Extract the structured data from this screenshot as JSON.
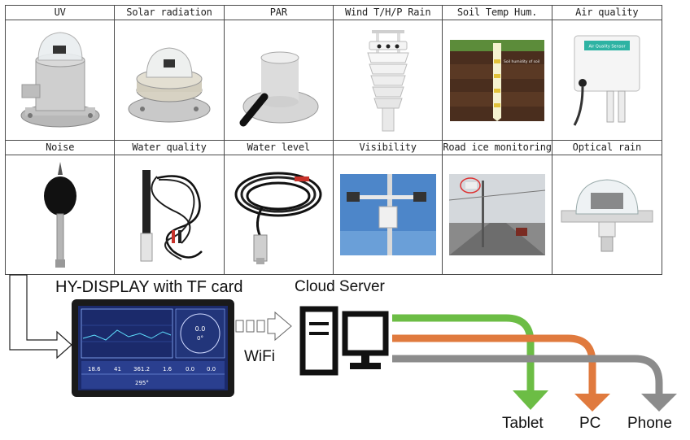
{
  "sensors": [
    {
      "name": "UV",
      "icon": "uv-sensor-icon"
    },
    {
      "name": "Solar radiation",
      "icon": "solar-radiation-sensor-icon"
    },
    {
      "name": "PAR",
      "icon": "par-sensor-icon"
    },
    {
      "name": "Wind T/H/P Rain",
      "icon": "weather-station-icon"
    },
    {
      "name": "Soil Temp Hum.",
      "icon": "soil-probe-icon"
    },
    {
      "name": "Air quality",
      "icon": "air-quality-sensor-icon"
    },
    {
      "name": "Noise",
      "icon": "noise-sensor-icon"
    },
    {
      "name": "Water quality",
      "icon": "water-quality-probe-icon"
    },
    {
      "name": "Water level",
      "icon": "water-level-probe-icon"
    },
    {
      "name": "Visibility",
      "icon": "visibility-sensor-icon"
    },
    {
      "name": "Road ice monitoring",
      "icon": "road-ice-station-icon"
    },
    {
      "name": "Optical rain",
      "icon": "optical-rain-sensor-icon"
    }
  ],
  "soil_probe_text": "Soil humidity of soil",
  "air_box_text": "Air Quality Sensor",
  "display": {
    "label": "HY-DISPLAY with TF card",
    "readings": [
      "0.0",
      "0°",
      "18.6",
      "41",
      "361.2",
      "1.6",
      "0.0",
      "0.0",
      "295°"
    ]
  },
  "link_label": "WiFi",
  "server_label": "Cloud Server",
  "clients": [
    {
      "name": "Tablet",
      "color": "#6cbd45"
    },
    {
      "name": "PC",
      "color": "#e07a3e"
    },
    {
      "name": "Phone",
      "color": "#8c8c8c"
    }
  ]
}
